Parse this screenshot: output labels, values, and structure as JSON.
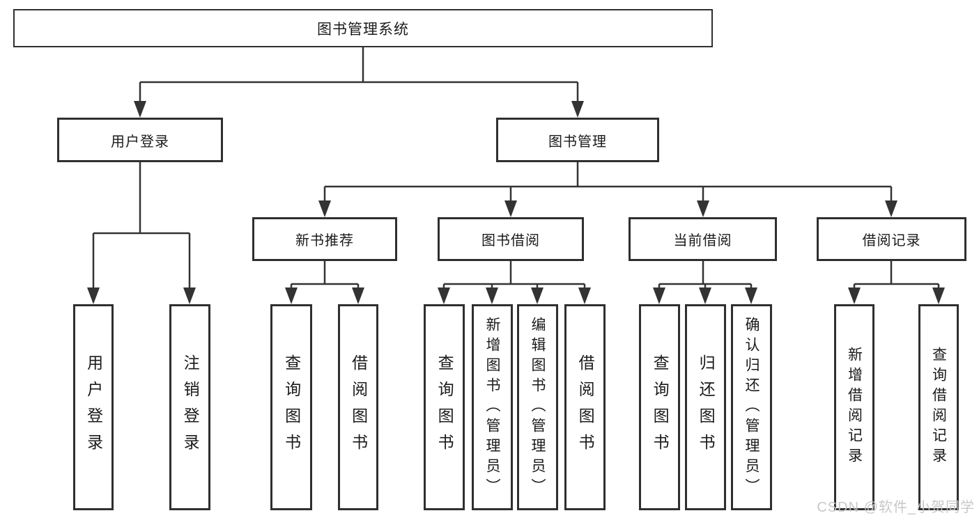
{
  "diagram": {
    "root": "图书管理系统",
    "level2": {
      "user_login": "用户登录",
      "book_management": "图书管理"
    },
    "level3": {
      "new_book_recommend": "新书推荐",
      "book_borrow": "图书借阅",
      "current_borrow": "当前借阅",
      "borrow_records": "借阅记录"
    },
    "leaves": {
      "user_login": "用户登录",
      "logout": "注销登录",
      "nb_query_book": "查询图书",
      "nb_borrow_book": "借阅图书",
      "bb_query_book": "查询图书",
      "bb_add_book": "新增图书（管理员）",
      "bb_edit_book": "编辑图书（管理员）",
      "bb_borrow_book": "借阅图书",
      "cb_query_book": "查询图书",
      "cb_return_book": "归还图书",
      "cb_confirm_return": "确认归还（管理员）",
      "br_add_record": "新增借阅记录",
      "br_query_record": "查询借阅记录"
    }
  },
  "watermark": "CSDN @软件_小贺同学",
  "colors": {
    "line": "#333333",
    "box_border": "#2f2f2f",
    "text": "#1a1a1a",
    "watermark_text": "#c6c6c6",
    "background": "#ffffff"
  }
}
